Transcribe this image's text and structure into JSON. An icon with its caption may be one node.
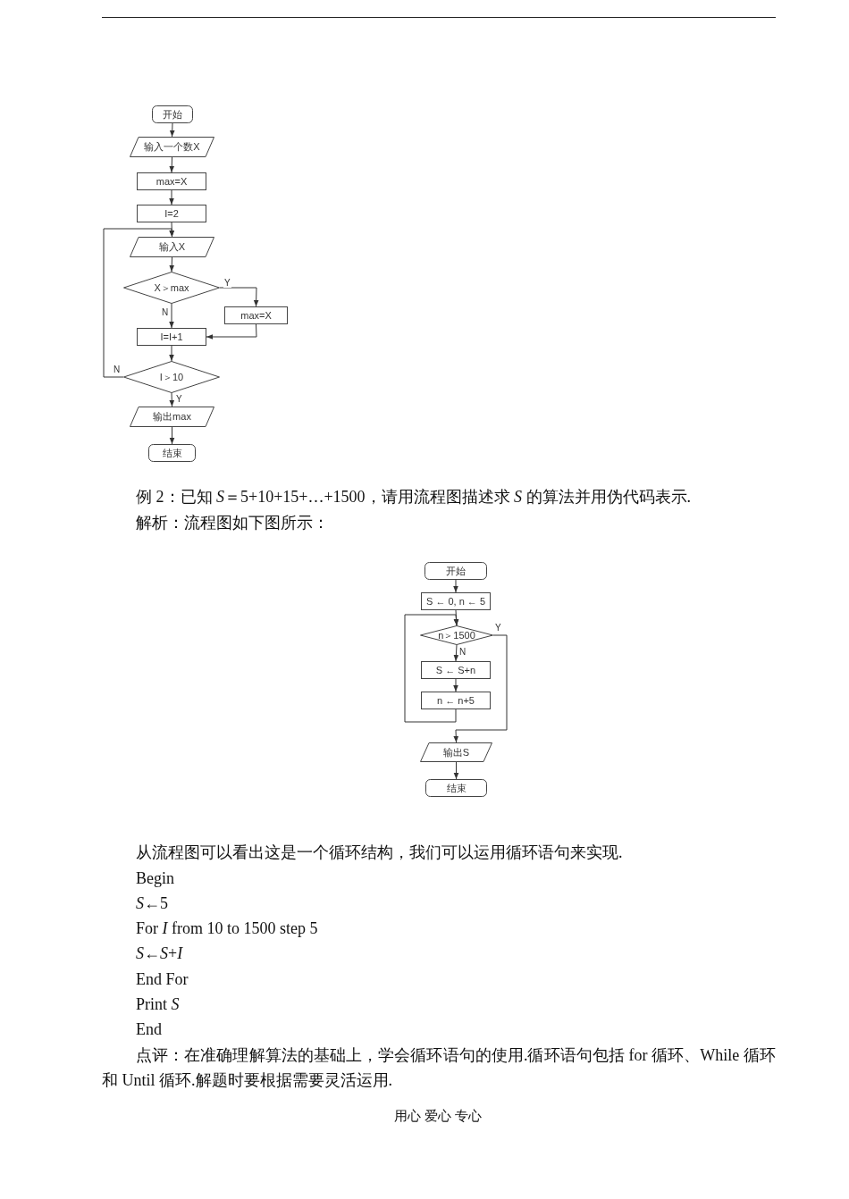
{
  "diagram": {
    "nodes": [
      {
        "text": [
          "开始"
        ]
      },
      {
        "text": [
          "输入一个数X"
        ]
      },
      {
        "text": [
          "max=X"
        ]
      },
      {
        "text": [
          "I=2"
        ]
      },
      {
        "text": [
          "输入X"
        ]
      },
      {
        "text": [
          "X＞max"
        ]
      },
      {
        "text": [
          "max=X"
        ]
      },
      {
        "text": [
          "I=I+1"
        ]
      },
      {
        "text": [
          "I＞10"
        ]
      },
      {
        "text": [
          "输出max"
        ]
      },
      {
        "text": [
          "结束"
        ]
      },
      {
        "text": [
          "开始"
        ]
      },
      {
        "text": [
          "S ← 0, n ← 5"
        ]
      },
      {
        "text": [
          "n＞1500"
        ]
      },
      {
        "text": [
          "S ← S+n"
        ]
      },
      {
        "text": [
          "n ← n+5"
        ]
      },
      {
        "text": [
          "输出S"
        ]
      },
      {
        "text": [
          "结束"
        ]
      }
    ],
    "edges": [
      {
        "from": 0,
        "to": 1,
        "arrow": "to"
      },
      {
        "from": 1,
        "to": 2,
        "arrow": "to"
      },
      {
        "from": 2,
        "to": 3,
        "arrow": "to"
      },
      {
        "from": 3,
        "to": 4,
        "arrow": "to"
      },
      {
        "from": 4,
        "to": 5,
        "arrow": "to"
      },
      {
        "from": 5,
        "to": 6,
        "arrow": "to",
        "label": "Y"
      },
      {
        "from": 5,
        "to": 7,
        "arrow": "to",
        "label": "N"
      },
      {
        "from": 6,
        "to": 7,
        "arrow": "to"
      },
      {
        "from": 7,
        "to": 8,
        "arrow": "to"
      },
      {
        "from": 8,
        "to": 4,
        "arrow": "to",
        "label": "N"
      },
      {
        "from": 8,
        "to": 9,
        "arrow": "to",
        "label": "Y"
      },
      {
        "from": 9,
        "to": 10,
        "arrow": "to"
      },
      {
        "from": 11,
        "to": 12,
        "arrow": "to"
      },
      {
        "from": 12,
        "to": 13,
        "arrow": "to"
      },
      {
        "from": 13,
        "to": 14,
        "arrow": "to",
        "label": "N"
      },
      {
        "from": 14,
        "to": 15,
        "arrow": "to"
      },
      {
        "from": 15,
        "to": 13,
        "arrow": "to"
      },
      {
        "from": 13,
        "to": 16,
        "arrow": "to",
        "label": "Y"
      },
      {
        "from": 16,
        "to": 17,
        "arrow": "to"
      }
    ],
    "labels": [
      "例 2：已知 *S*＝5+10+15+…+1500，请用流程图描述求 *S* 的算法并用伪代码表示.",
      "解析：流程图如下图所示：",
      "从流程图可以看出这是一个循环结构，我们可以运用循环语句来实现.",
      "Begin",
      "*S*←5",
      "For *I* from 10 to 1500 step 5",
      "*S*←*S*+*I*",
      "End For",
      "Print *S*",
      "End",
      "点评：在准确理解算法的基础上，学会循环语句的使用.循环语句包括 for 循环、While 循环和 Until 循环.解题时要根据需要灵活运用.",
      "用心 爱心 专心"
    ]
  }
}
